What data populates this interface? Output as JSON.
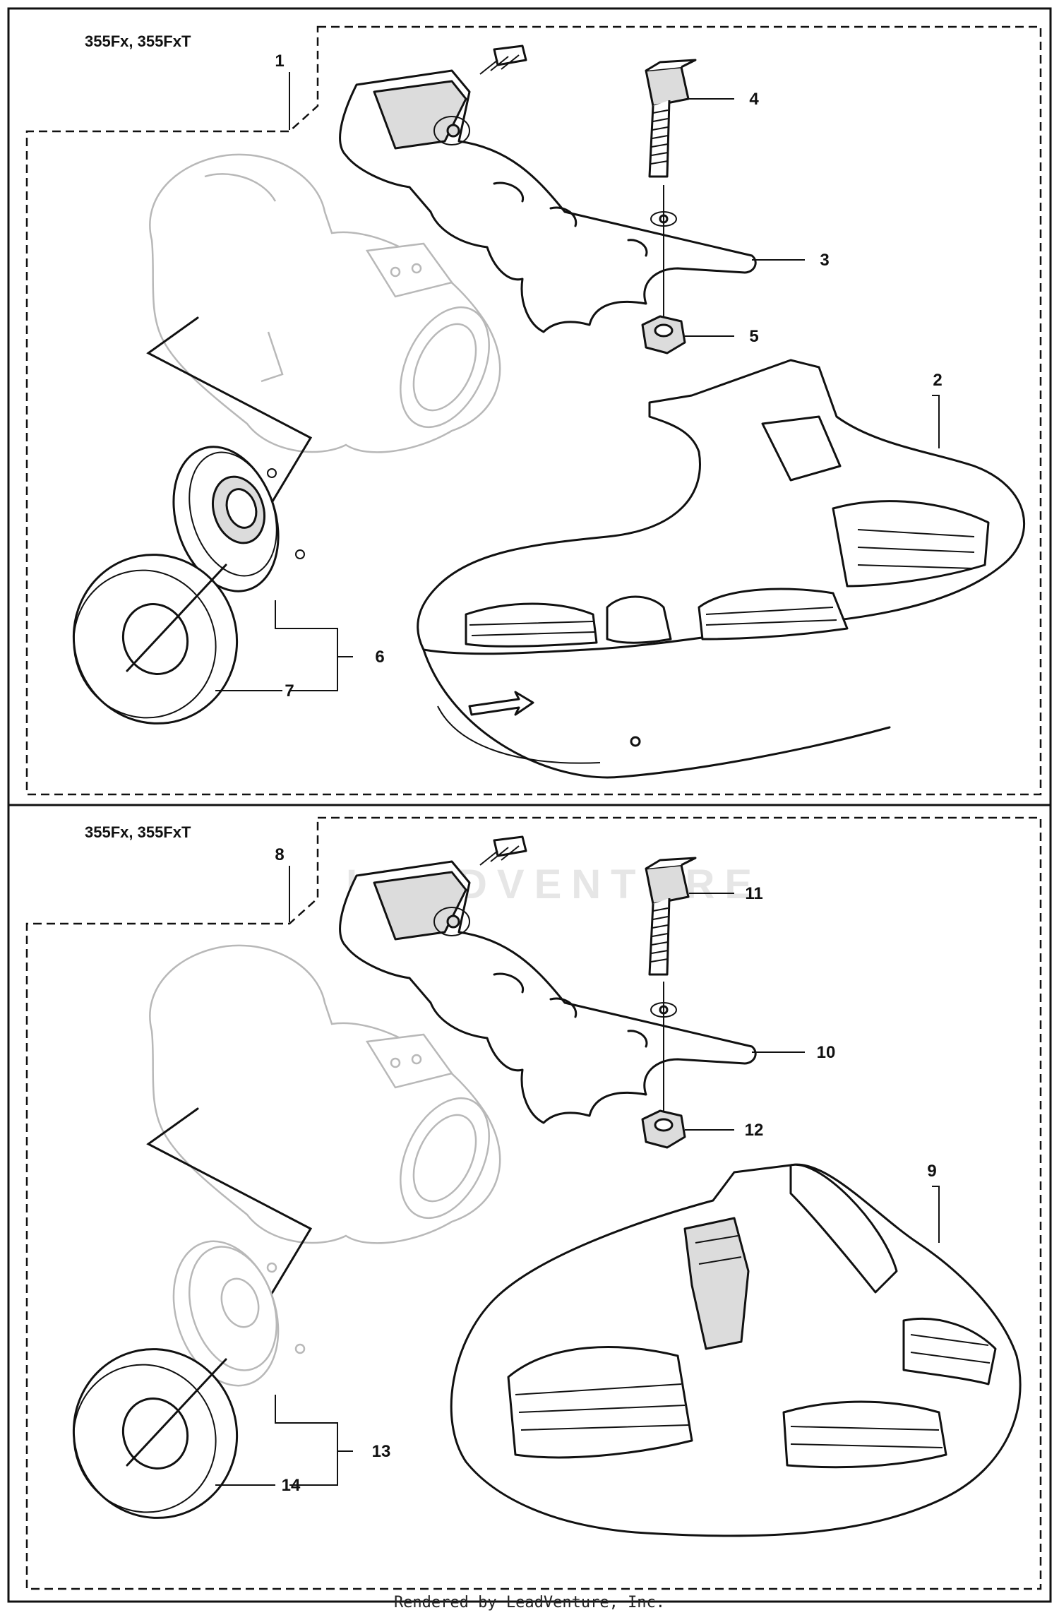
{
  "sections": [
    {
      "model_label": "355Fx, 355FxT",
      "kit_callout": "1",
      "callouts": [
        "2",
        "3",
        "4",
        "5",
        "6",
        "7"
      ]
    },
    {
      "model_label": "355Fx, 355FxT",
      "kit_callout": "8",
      "callouts": [
        "9",
        "10",
        "11",
        "12",
        "13",
        "14"
      ]
    }
  ],
  "watermark": "LEADVENTURE",
  "footer": "Rendered by LeadVenture, Inc."
}
